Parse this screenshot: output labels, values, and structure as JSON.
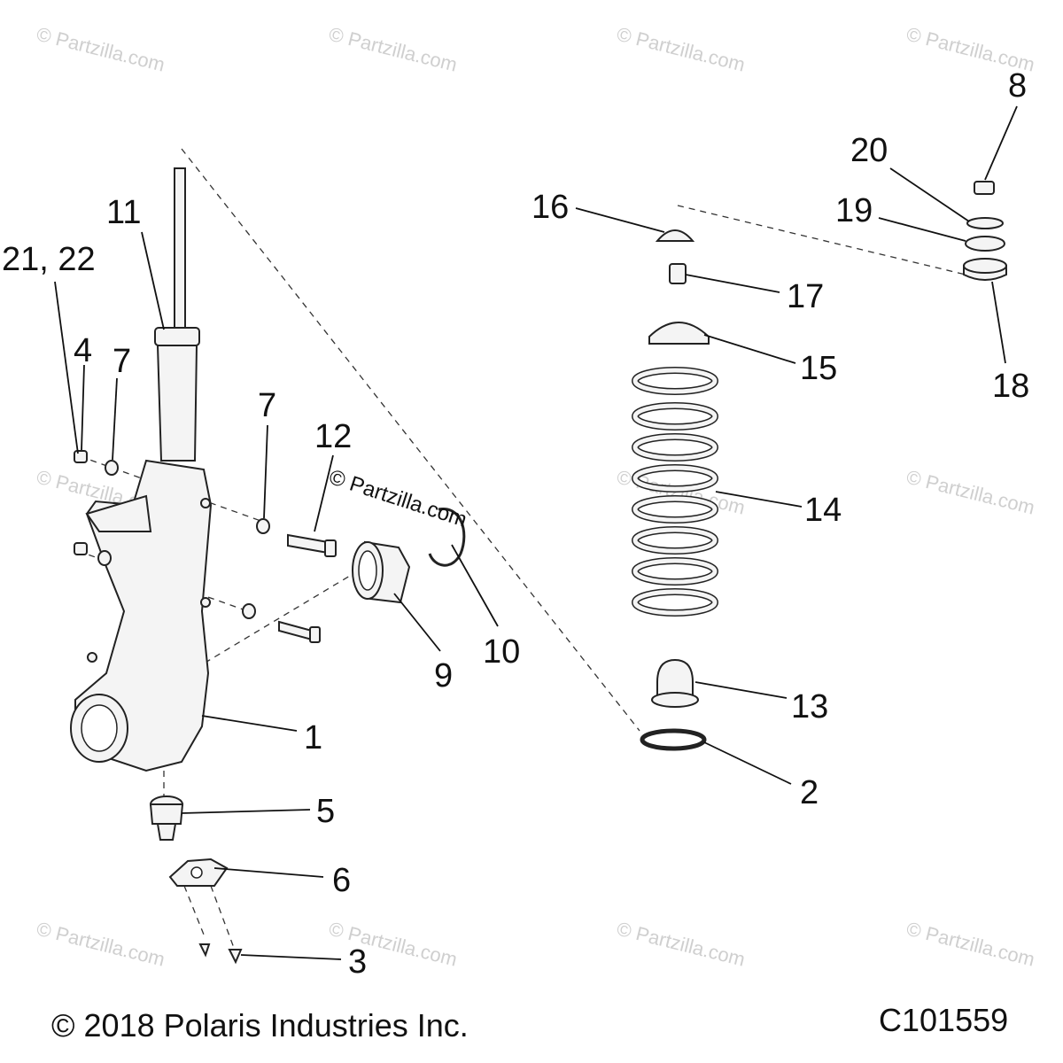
{
  "diagram": {
    "callouts": {
      "c1": "1",
      "c2": "2",
      "c3": "3",
      "c4": "4",
      "c5": "5",
      "c6": "6",
      "c7a": "7",
      "c7b": "7",
      "c8": "8",
      "c9": "9",
      "c10": "10",
      "c11": "11",
      "c12": "12",
      "c13": "13",
      "c14": "14",
      "c15": "15",
      "c16": "16",
      "c17": "17",
      "c18": "18",
      "c19": "19",
      "c20": "20",
      "c21_22": "21, 22"
    },
    "watermark": "© Partzilla.com",
    "center_watermark": "© Partzilla.com",
    "copyright": "© 2018 Polaris Industries Inc.",
    "diagram_id": "C101559"
  }
}
